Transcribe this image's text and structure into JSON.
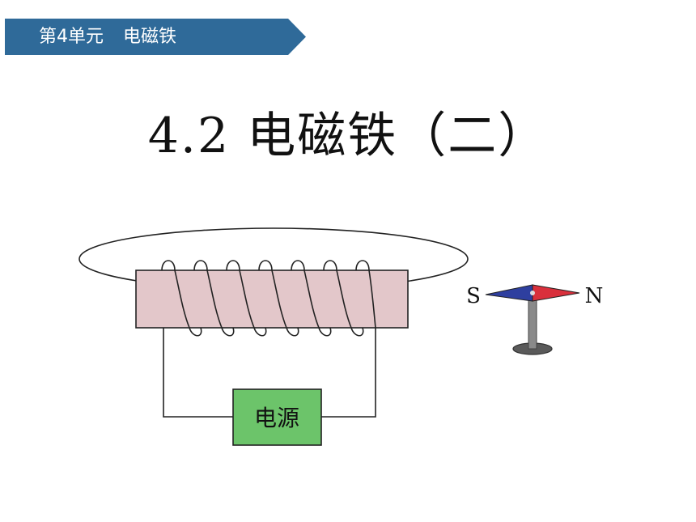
{
  "header": {
    "unit": "第4单元",
    "topic": "电磁铁",
    "banner_color": "#2f6a99"
  },
  "title": "4.2  电磁铁（二）",
  "diagram": {
    "power_source_label": "电源",
    "compass_south_label": "S",
    "compass_north_label": "N",
    "core_color": "#e3c7ca",
    "power_box_color": "#6cc46a",
    "needle_north_color": "#d9303c",
    "needle_south_color": "#2e3f9f",
    "coil_turns": 7
  }
}
